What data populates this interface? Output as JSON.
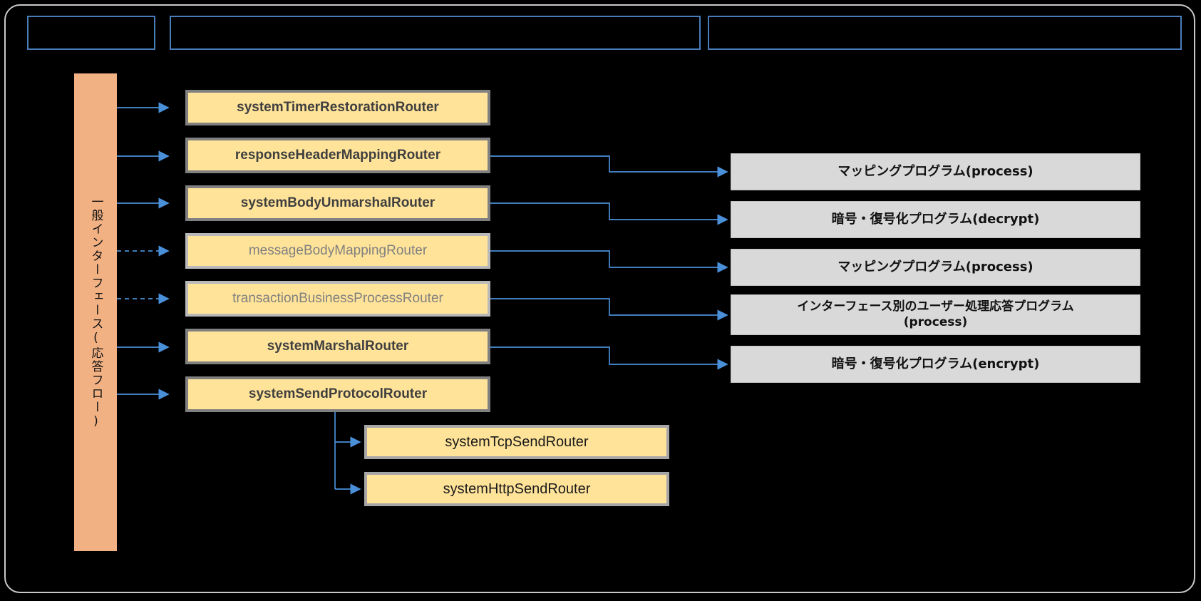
{
  "diagram": {
    "title_vertical_lane": "一般インターフェース(応答フロー)",
    "background_color": "#000000",
    "accent_yellow": "#ffe399",
    "accent_orange": "#f2b183",
    "accent_gray": "#d9d9d9",
    "arrow_color": "#4a90d9",
    "frame_color": "#c9c9c9"
  },
  "headers": [
    {
      "label": ""
    },
    {
      "label": ""
    },
    {
      "label": ""
    }
  ],
  "lane": {
    "label": "一般インターフェース(応答フロー)"
  },
  "routers": [
    {
      "label": "systemTimerRestorationRouter",
      "state": "active",
      "arrow": "solid"
    },
    {
      "label": "responseHeaderMappingRouter",
      "state": "active",
      "arrow": "solid"
    },
    {
      "label": "systemBodyUnmarshalRouter",
      "state": "active",
      "arrow": "solid"
    },
    {
      "label": "messageBodyMappingRouter",
      "state": "muted",
      "arrow": "dashed"
    },
    {
      "label": "transactionBusinessProcessRouter",
      "state": "muted",
      "arrow": "dashed"
    },
    {
      "label": "systemMarshalRouter",
      "state": "active",
      "arrow": "solid"
    },
    {
      "label": "systemSendProtocolRouter",
      "state": "active",
      "arrow": "solid"
    }
  ],
  "sub_routers": [
    {
      "label": "systemTcpSendRouter"
    },
    {
      "label": "systemHttpSendRouter"
    }
  ],
  "programs": [
    {
      "label": "マッピングプログラム(process)"
    },
    {
      "label": "暗号・復号化プログラム(decrypt)"
    },
    {
      "label": "マッピングプログラム(process)"
    },
    {
      "label": "インターフェース別のユーザー処理応答プログラム\n(process)"
    },
    {
      "label": "暗号・復号化プログラム(encrypt)"
    }
  ]
}
